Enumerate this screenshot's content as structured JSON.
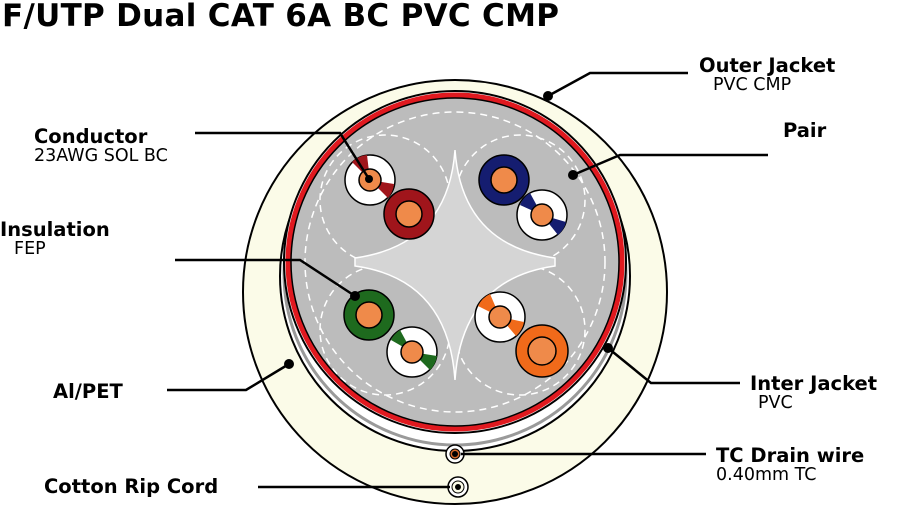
{
  "title": "F/UTP Dual CAT 6A BC PVC CMP",
  "labels": {
    "outer_jacket": {
      "name": "Outer Jacket",
      "spec": "PVC CMP"
    },
    "pair": {
      "name": "Pair"
    },
    "conductor": {
      "name": "Conductor",
      "spec": "23AWG SOL BC"
    },
    "insulation": {
      "name": "Insulation",
      "spec": "FEP"
    },
    "al_pet": {
      "name": "Al/PET"
    },
    "inter_jacket": {
      "name": "Inter Jacket",
      "spec": "PVC"
    },
    "drain_wire": {
      "name": "TC Drain wire",
      "spec": "0.40mm TC"
    },
    "rip_cord": {
      "name": "Cotton Rip Cord"
    }
  },
  "colors": {
    "outer_jacket": "#fbfbe8",
    "inter_jacket_stroke": "#e0191f",
    "core_fill": "#bcbcbc",
    "conductor": "#ef8a4a",
    "pair_brown": "#a0151b",
    "pair_blue": "#151d70",
    "pair_green": "#1e6a1e",
    "pair_orange": "#f06a1a"
  }
}
